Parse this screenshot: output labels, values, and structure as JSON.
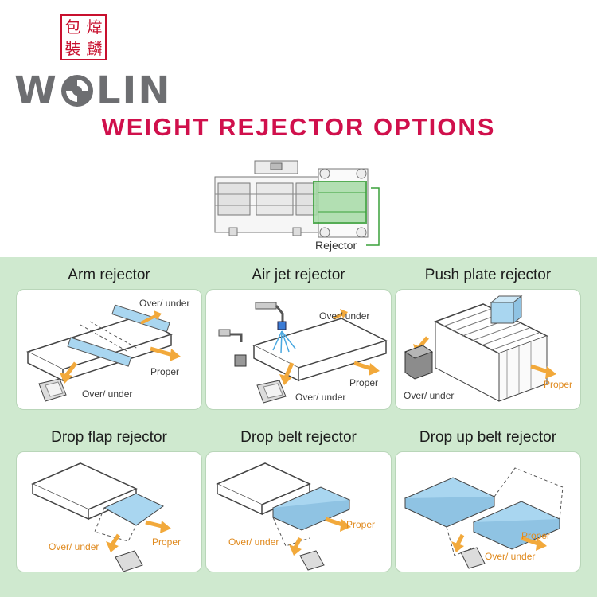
{
  "brand": {
    "seal_chars": [
      "包",
      "煒",
      "裝",
      "麟"
    ],
    "logo_w": "W",
    "logo_rest": "LIN"
  },
  "title": "WEIGHT REJECTOR OPTIONS",
  "overview": {
    "label": "Rejector"
  },
  "colors": {
    "title": "#d0104c",
    "panel_bg": "#cfe9cf",
    "reject_blue": "#a9d6f0",
    "arrow_orange": "#f2a93b",
    "highlight_green": "#a6dba6"
  },
  "rejectors": [
    {
      "title": "Arm rejector",
      "labels": {
        "top": "Over/ under",
        "proper": "Proper",
        "bottom": "Over/ under"
      }
    },
    {
      "title": "Air jet rejector",
      "labels": {
        "top": "Over/ under",
        "proper": "Proper",
        "bottom": "Over/ under"
      }
    },
    {
      "title": "Push plate rejector",
      "labels": {
        "proper": "Proper",
        "bottom": "Over/ under"
      }
    },
    {
      "title": "Drop flap rejector",
      "labels": {
        "proper": "Proper",
        "bottom": "Over/ under"
      }
    },
    {
      "title": "Drop belt rejector",
      "labels": {
        "proper": "Proper",
        "bottom": "Over/ under"
      }
    },
    {
      "title": "Drop up belt rejector",
      "labels": {
        "proper": "Proper",
        "bottom": "Over/ under"
      }
    }
  ]
}
